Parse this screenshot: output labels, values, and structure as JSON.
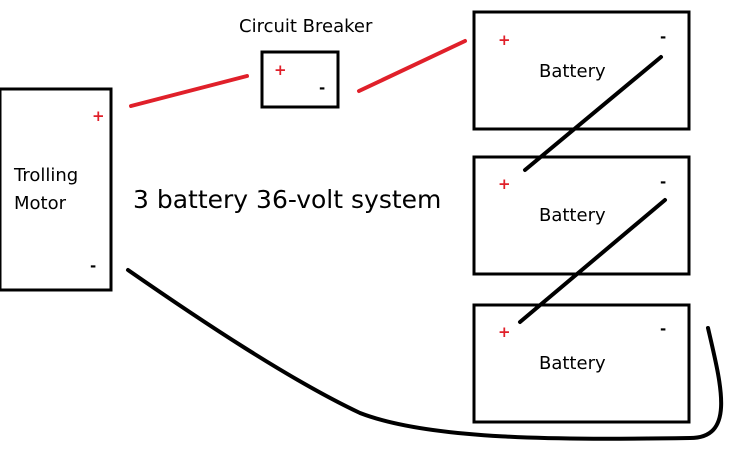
{
  "title": "3 battery 36-volt system",
  "colors": {
    "positive_wire": "#e0202a",
    "negative_wire": "#000000",
    "plus_sign": "#e0202a"
  },
  "components": {
    "motor": {
      "label_line1": "Trolling",
      "label_line2": "Motor",
      "plus": "+",
      "minus": "-"
    },
    "breaker": {
      "label": "Circuit Breaker",
      "plus": "+",
      "minus": "-"
    },
    "batteries": [
      {
        "label": "Battery",
        "plus": "+",
        "minus": "-"
      },
      {
        "label": "Battery",
        "plus": "+",
        "minus": "-"
      },
      {
        "label": "Battery",
        "plus": "+",
        "minus": "-"
      }
    ]
  }
}
